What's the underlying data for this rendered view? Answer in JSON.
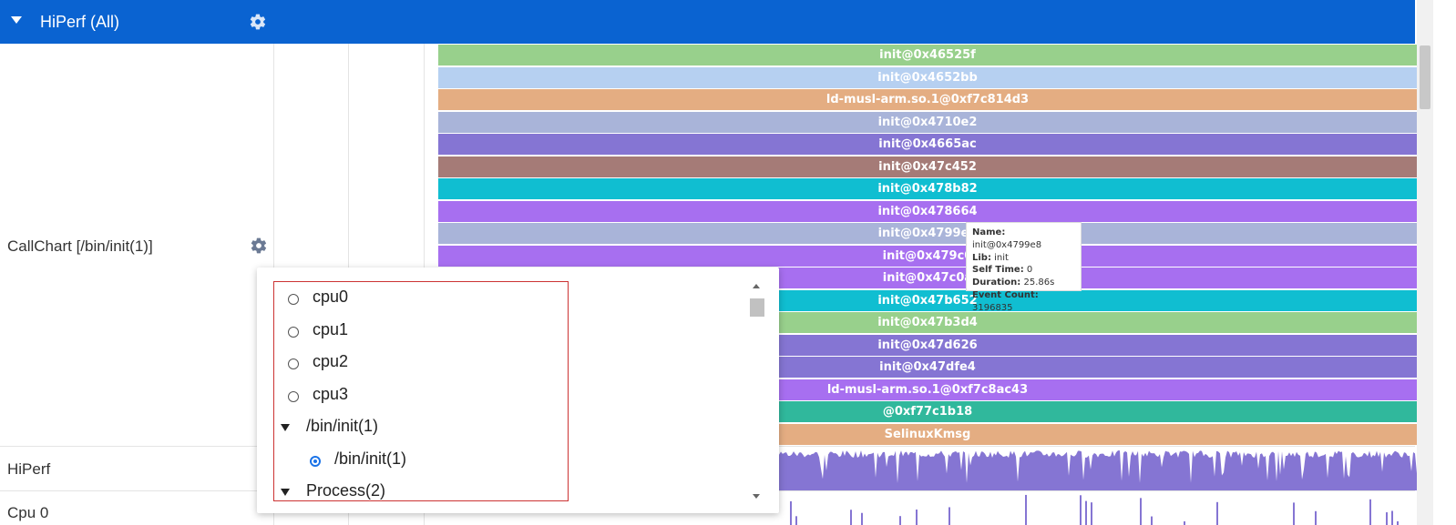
{
  "header": {
    "title": "HiPerf (All)",
    "settings_icon": "gear-icon"
  },
  "rows": {
    "callchart_label": "CallChart [/bin/init(1)]",
    "hiperf_label": "HiPerf",
    "cpu0_label": "Cpu 0"
  },
  "frames": [
    {
      "label": "init@0x46525f",
      "color": "#98d08c"
    },
    {
      "label": "init@0x4652bb",
      "color": "#b6d0f1"
    },
    {
      "label": "ld-musl-arm.so.1@0xf7c814d3",
      "color": "#e4ad82"
    },
    {
      "label": "init@0x4710e2",
      "color": "#a9b4d9"
    },
    {
      "label": "init@0x4665ac",
      "color": "#8575d3"
    },
    {
      "label": "init@0x47c452",
      "color": "#a57b77"
    },
    {
      "label": "init@0x478b82",
      "color": "#10bed1"
    },
    {
      "label": "init@0x478664",
      "color": "#a76ff0"
    },
    {
      "label": "init@0x4799e8",
      "color": "#a9b4d9"
    },
    {
      "label": "init@0x479c0",
      "color": "#a76ff0"
    },
    {
      "label": "init@0x47c0a",
      "color": "#a76ff0"
    },
    {
      "label": "init@0x47b652",
      "color": "#10bed1"
    },
    {
      "label": "init@0x47b3d4",
      "color": "#98d08c"
    },
    {
      "label": "init@0x47d626",
      "color": "#8575d3"
    },
    {
      "label": "init@0x47dfe4",
      "color": "#8575d3"
    },
    {
      "label": "ld-musl-arm.so.1@0xf7c8ac43",
      "color": "#a76ff0"
    },
    {
      "label": "@0xf77c1b18",
      "color": "#30b89c"
    },
    {
      "label": "SelinuxKmsg",
      "color": "#e4ad82"
    }
  ],
  "tooltip": {
    "name_key": "Name:",
    "name_val": "init@0x4799e8",
    "lib_key": "Lib:",
    "lib_val": "init",
    "self_key": "Self Time:",
    "self_val": "0",
    "dur_key": "Duration:",
    "dur_val": "25.86s",
    "count_key": "Event Count:",
    "count_val": "3196835"
  },
  "popup": {
    "options": [
      {
        "label": "cpu0",
        "type": "radio",
        "checked": false
      },
      {
        "label": "cpu1",
        "type": "radio",
        "checked": false
      },
      {
        "label": "cpu2",
        "type": "radio",
        "checked": false
      },
      {
        "label": "cpu3",
        "type": "radio",
        "checked": false
      },
      {
        "label": "/bin/init(1)",
        "type": "group"
      },
      {
        "label": "/bin/init(1)",
        "type": "radio",
        "checked": true
      },
      {
        "label": "Process(2)",
        "type": "group"
      }
    ]
  },
  "colors": {
    "header_bg": "#0a63d1",
    "hiperf_bar": "#8575d3",
    "selection_border": "#cc3333",
    "radio_selected": "#1a73e8"
  }
}
